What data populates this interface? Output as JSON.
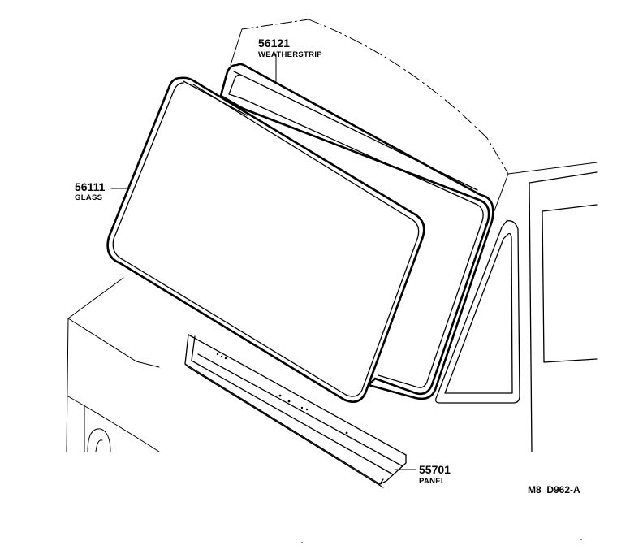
{
  "parts": [
    {
      "number": "56121",
      "name": "WEATHERSTRIP"
    },
    {
      "number": "56111",
      "name": "GLASS"
    },
    {
      "number": "55701",
      "name": "PANEL"
    }
  ],
  "diagram_code": "M8  D962-A"
}
